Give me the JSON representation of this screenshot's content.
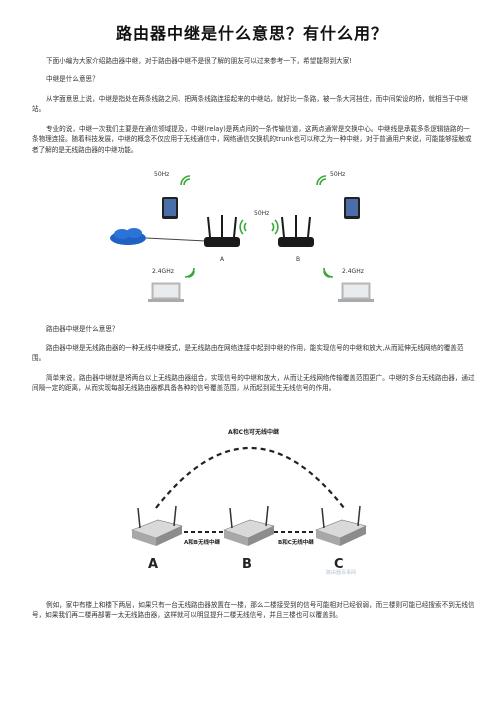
{
  "article": {
    "title": "路由器中继是什么意思？有什么用？",
    "intro": "下面小编为大家介绍路由器中继，对于路由器中继不是很了解的朋友可以过来参考一下，希望能帮到大家!",
    "q1": "中继是什么意思？",
    "p1": "从字面意思上说，中继是指处在两条线路之间、把两条线路连接起来的中继站，就好比一条路，被一条大河挡住，而中间架设的桥，就相当于中继站。",
    "p2": "专业的说，中继一次我们主要是在通信领域提及，中继(relay)是两点间的一条传输信道，这两点通常是交换中心。中继线是承载多条逻辑链路的一条物理连接。随着科技发展，中继的概念不仅应用于无线通信中，网络通信交换机的trunk也可以称之为一种中继，对于普通用户来说，可能能够接触或者了解的是无线路由器的中继功能。",
    "q2": "路由器中继是什么意思？",
    "p3": "路由器中继是无线路由器的一种无线中继模式，是无线路由在网络连接中起到中继的作用，能实现信号的中继和放大,从而延伸无线网络的覆盖范围。",
    "p4": "简单来说，路由器中继就是将两台以上无线路由器组合，实现信号的中继和放大，从而让无线网络传输覆盖范围更广。中继的多台无线路由器，通过间隔一定的距离，从而实现每部无线路由器都具备各种的信号覆盖范围，从而起到延生无线信号的作用。",
    "p5": "例如，家中有楼上和楼下两层，如果只有一台无线路由器放置在一楼，那么二楼接受到的信号可能相对已经很弱，而三楼则可能已经搜索不到无线信号，如果我们再二楼再部署一太无线路由器，这样就可以明显提升二楼无线信号，并且三楼也可以覆盖到。"
  },
  "figure1": {
    "label_50ghz_left": "50Hz",
    "label_50ghz_right": "50Hz",
    "label_50ghz_mid": "50Hz",
    "label_24_left": "2.4GHz",
    "label_24_right": "2.4GHz",
    "router_a": "A",
    "router_b": "B",
    "cloud_color": "#1d62c4"
  },
  "figure2": {
    "arc_label": "A和C也可无线中继",
    "ab_label": "A和B无线中继",
    "bc_label": "B和C无线中继",
    "node_a": "A",
    "node_b": "B",
    "node_c": "C",
    "watermark": "路由器百事网"
  }
}
